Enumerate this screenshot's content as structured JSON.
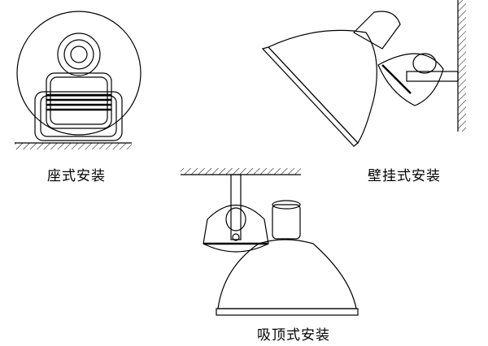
{
  "labels": {
    "seat_mount": "座式安装",
    "wall_mount": "壁挂式安装",
    "ceiling_mount": "吸顶式安装"
  }
}
